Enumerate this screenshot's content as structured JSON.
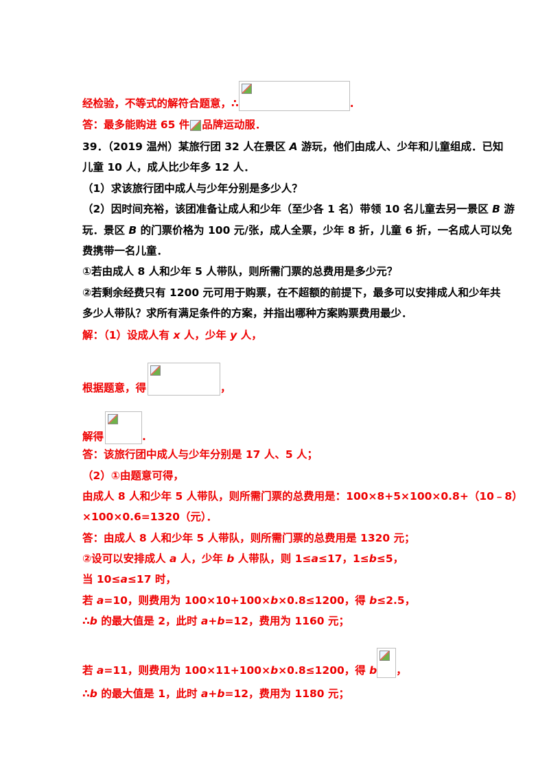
{
  "lines": {
    "l1a": "经检验，不等式的解符合题意，∴",
    "l1b": ".",
    "l2a": "答：最多能购进 65 件",
    "l2b": "品牌运动服．",
    "q39a": "39．（2019 温州）某旅行团 32 人在景区 ",
    "q39b": "A",
    "q39c": " 游玩，他们由成人、少年和儿童组成．已知",
    "q39d": "儿童 10 人，成人比少年多 12 人．",
    "p1": "（1）求该旅行团中成人与少年分别是多少人？",
    "p2a": "（2）因时间充裕，该团准备让成人和少年（至少各 1 名）带领 10 名儿童去另一景区 ",
    "p2b": "B",
    "p2c": " 游",
    "p3a": "玩．景区 ",
    "p3b": "B",
    "p3c": " 的门票价格为 100 元/张，成人全票，少年 8 折，儿童 6 折，一名成人可以免",
    "p4": "费携带一名儿童．",
    "p5": "①若由成人 8 人和少年 5 人带队，则所需门票的总费用是多少元？",
    "p6": "②若剩余经费只有 1200 元可用于购票，在不超额的前提下，最多可以安排成人和少年共",
    "p7": "多少人带队？求所有满足条件的方案，并指出哪种方案购票费用最少．",
    "s1a": "解：（1）设成人有 ",
    "s1b": "x",
    "s1c": " 人，少年 ",
    "s1d": "y",
    "s1e": " 人，",
    "s2a": "根据题意，得",
    "s2b": "，",
    "s3a": "解得",
    "s3b": ".",
    "a1": "答：该旅行团中成人与少年分别是 17 人、5 人；",
    "a2": "（2）①由题意可得，",
    "a3": "由成人 8 人和少年 5 人带队，则所需门票的总费用是：100×8+5×100×0.8+（10﹣8）",
    "a4": "×100×0.6=1320（元）．",
    "a5": "答：由成人 8 人和少年 5 人带队，则所需门票的总费用是 1320 元；",
    "a6a": "②设可以安排成人 ",
    "a6b": "a",
    "a6c": " 人，少年 ",
    "a6d": "b",
    "a6e": " 人带队，则 1≤",
    "a6f": "a",
    "a6g": "≤17，1≤",
    "a6h": "b",
    "a6i": "≤5，",
    "a7a": "当 10≤",
    "a7b": "a",
    "a7c": "≤17 时，",
    "a8a": "若 ",
    "a8b": "a",
    "a8c": "=10，则费用为 100×10+100×",
    "a8d": "b",
    "a8e": "×0.8≤1200，得 ",
    "a8f": "b",
    "a8g": "≤2.5，",
    "a9a": "∴",
    "a9b": "b",
    "a9c": " 的最大值是 2，此时 ",
    "a9d": "a",
    "a9e": "+",
    "a9f": "b",
    "a9g": "=12，费用为 1160 元；",
    "a10a": "若 ",
    "a10b": "a",
    "a10c": "=11，则费用为 100×11+100×",
    "a10d": "b",
    "a10e": "×0.8≤1200，得 ",
    "a10f": "b",
    "a10g": "，",
    "a11a": "∴",
    "a11b": "b",
    "a11c": " 的最大值是 1，此时 ",
    "a11d": "a",
    "a11e": "+",
    "a11f": "b",
    "a11g": "=12，费用为 1180 元；"
  },
  "icons": {
    "broken_image": "broken-image-icon"
  },
  "colors": {
    "answer_red": "#ee0000",
    "text_black": "#000000"
  }
}
